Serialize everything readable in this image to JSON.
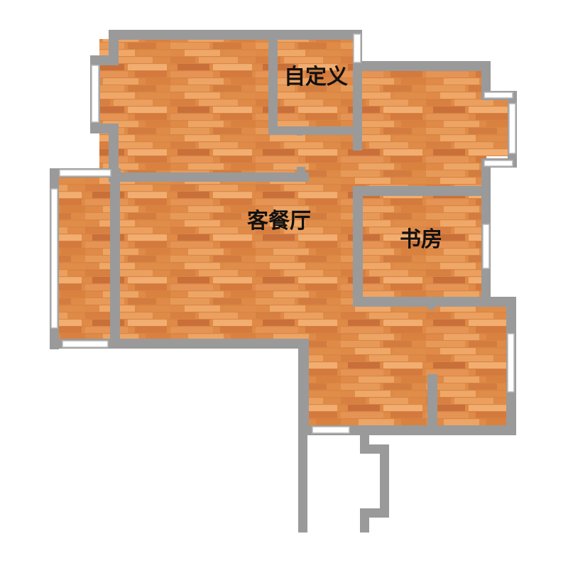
{
  "floorplan": {
    "rooms": [
      {
        "id": "custom",
        "label": "自定义"
      },
      {
        "id": "living-dining",
        "label": "客餐厅"
      },
      {
        "id": "study",
        "label": "书房"
      }
    ]
  },
  "colors": {
    "wall": "#9a9a9a",
    "floor_base": "#df8a47",
    "floor_light": "#f0a868",
    "floor_dark": "#c9703a",
    "window": "#ffffff",
    "window_frame": "#b8b8b8",
    "background": "#ffffff"
  }
}
